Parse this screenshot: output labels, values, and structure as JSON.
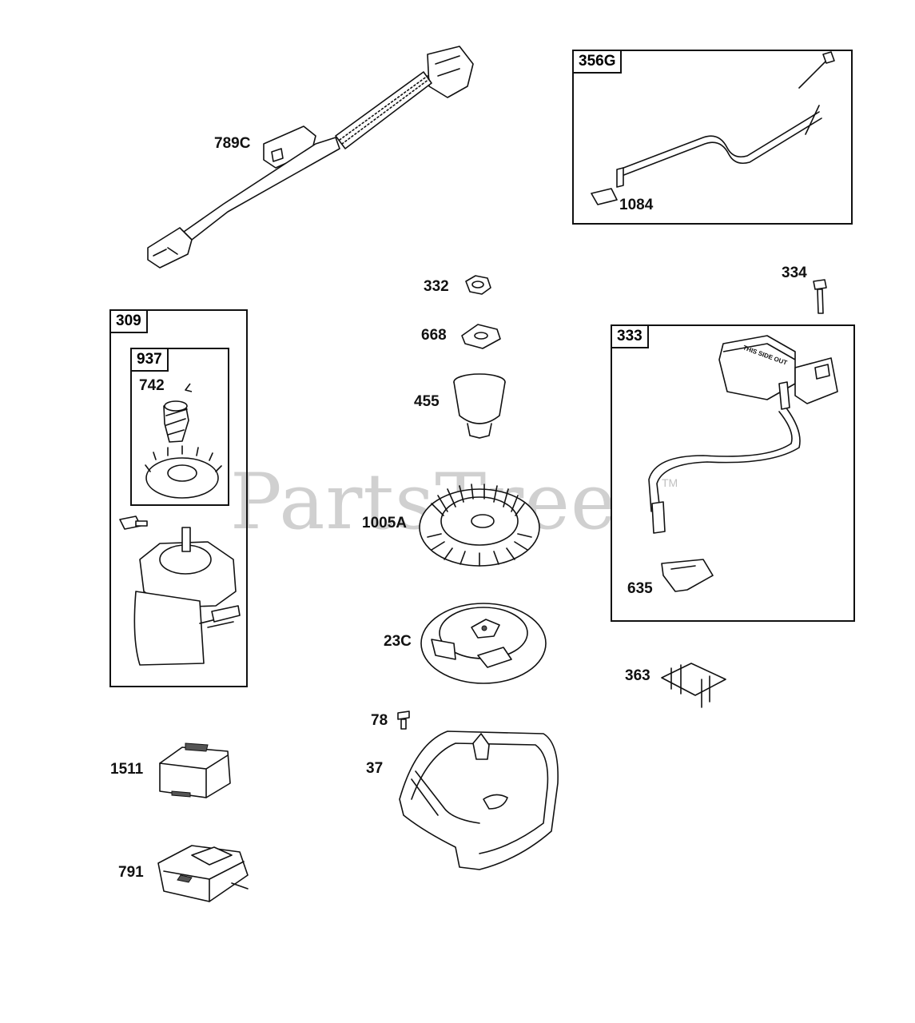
{
  "watermark": {
    "text": "PartsTree",
    "trademark": "TM"
  },
  "groups": [
    {
      "id": "group-356G",
      "label": "356G"
    },
    {
      "id": "group-309",
      "label": "309"
    },
    {
      "id": "group-937",
      "label": "937"
    },
    {
      "id": "group-333",
      "label": "333"
    }
  ],
  "callouts": [
    {
      "id": "789C",
      "label": "789C"
    },
    {
      "id": "1084",
      "label": "1084"
    },
    {
      "id": "332",
      "label": "332"
    },
    {
      "id": "668",
      "label": "668"
    },
    {
      "id": "455",
      "label": "455"
    },
    {
      "id": "1005A",
      "label": "1005A"
    },
    {
      "id": "23C",
      "label": "23C"
    },
    {
      "id": "78",
      "label": "78"
    },
    {
      "id": "37",
      "label": "37"
    },
    {
      "id": "334",
      "label": "334"
    },
    {
      "id": "635",
      "label": "635"
    },
    {
      "id": "363",
      "label": "363"
    },
    {
      "id": "742",
      "label": "742"
    },
    {
      "id": "1511",
      "label": "1511"
    },
    {
      "id": "791",
      "label": "791"
    }
  ],
  "decals": {
    "coil_text": "THIS SIDE OUT"
  }
}
